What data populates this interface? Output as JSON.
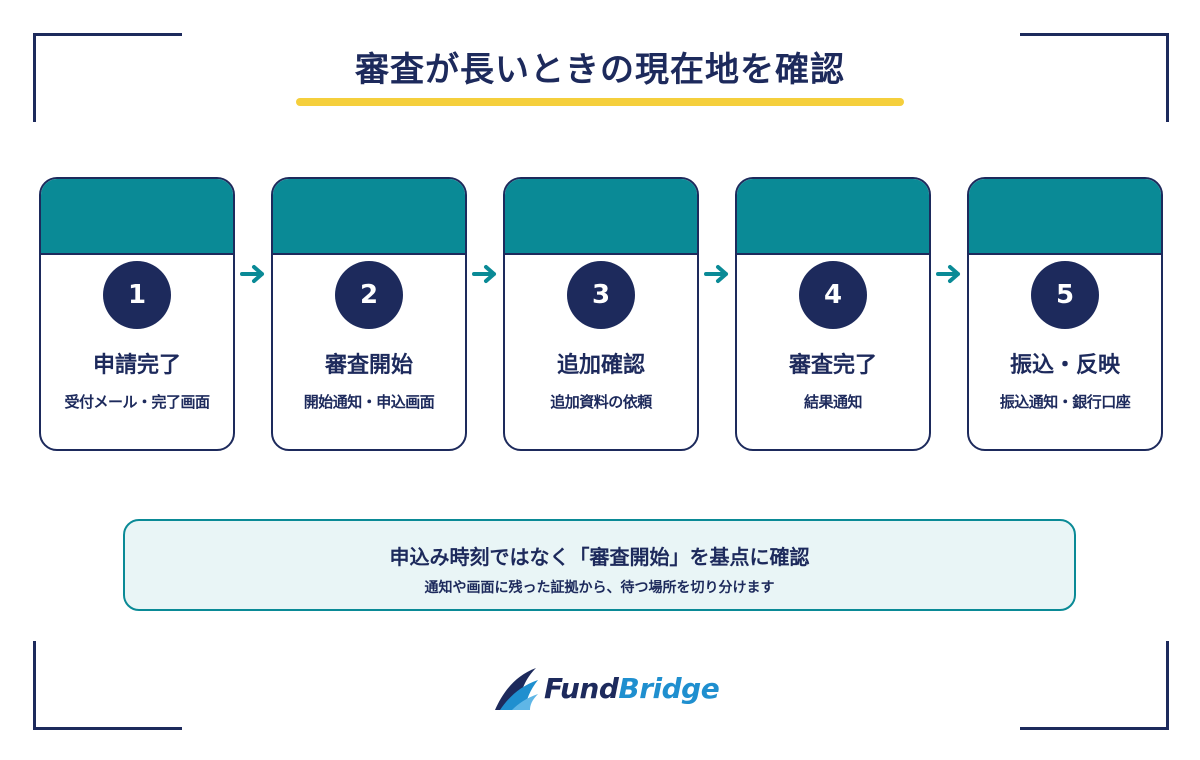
{
  "title": "審査が長いときの現在地を確認",
  "colors": {
    "navy": "#1d2a5c",
    "teal": "#0a8a96",
    "yellow": "#f5cf3c",
    "note_bg": "#e9f5f6",
    "brand_blue": "#1f8fcf"
  },
  "steps": [
    {
      "number": "1",
      "title": "申請完了",
      "subtitle": "受付メール・完了画面"
    },
    {
      "number": "2",
      "title": "審査開始",
      "subtitle": "開始通知・申込画面"
    },
    {
      "number": "3",
      "title": "追加確認",
      "subtitle": "追加資料の依頼"
    },
    {
      "number": "4",
      "title": "審査完了",
      "subtitle": "結果通知"
    },
    {
      "number": "5",
      "title": "振込・反映",
      "subtitle": "振込通知・銀行口座"
    }
  ],
  "arrow_icon": "arrow-right-icon",
  "note": {
    "main": "申込み時刻ではなく「審査開始」を基点に確認",
    "sub": "通知や画面に残った証拠から、待つ場所を切り分けます"
  },
  "logo": {
    "part1": "Fund",
    "part2": "Bridge",
    "icon": "sail-icon"
  }
}
